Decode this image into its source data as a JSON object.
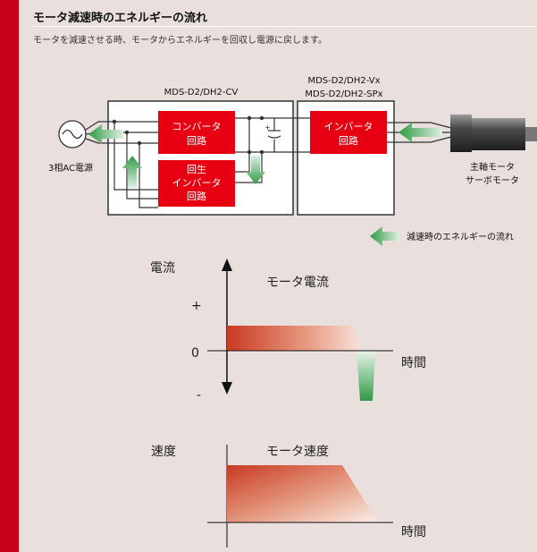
{
  "header": {
    "title": "モータ減速時のエネルギーの流れ",
    "subtitle": "モータを減速させる時、モータからエネルギーを回収し電源に戻します。"
  },
  "circuit": {
    "cv_unit_label": "MDS-D2/DH2-CV",
    "sp_unit_label_1": "MDS-D2/DH2-Vx",
    "sp_unit_label_2": "MDS-D2/DH2-SPx",
    "converter_line1": "コンバータ",
    "converter_line2": "回路",
    "regen_line1": "回生",
    "regen_line2": "インバータ",
    "regen_line3": "回路",
    "inverter_line1": "インバータ",
    "inverter_line2": "回路",
    "power_source": "3相AC電源",
    "motor_line1": "主軸モータ",
    "motor_line2": "サーボモータ",
    "legend": "減速時のエネルギーの流れ",
    "block_color": "#e60012",
    "arrow_color": "#3a9a4a"
  },
  "current_graph": {
    "ylabel": "電流",
    "title": "モータ電流",
    "plus": "+",
    "zero": "0",
    "minus": "-",
    "xlabel": "時間"
  },
  "speed_graph": {
    "ylabel": "速度",
    "title": "モータ速度",
    "xlabel": "時間"
  }
}
